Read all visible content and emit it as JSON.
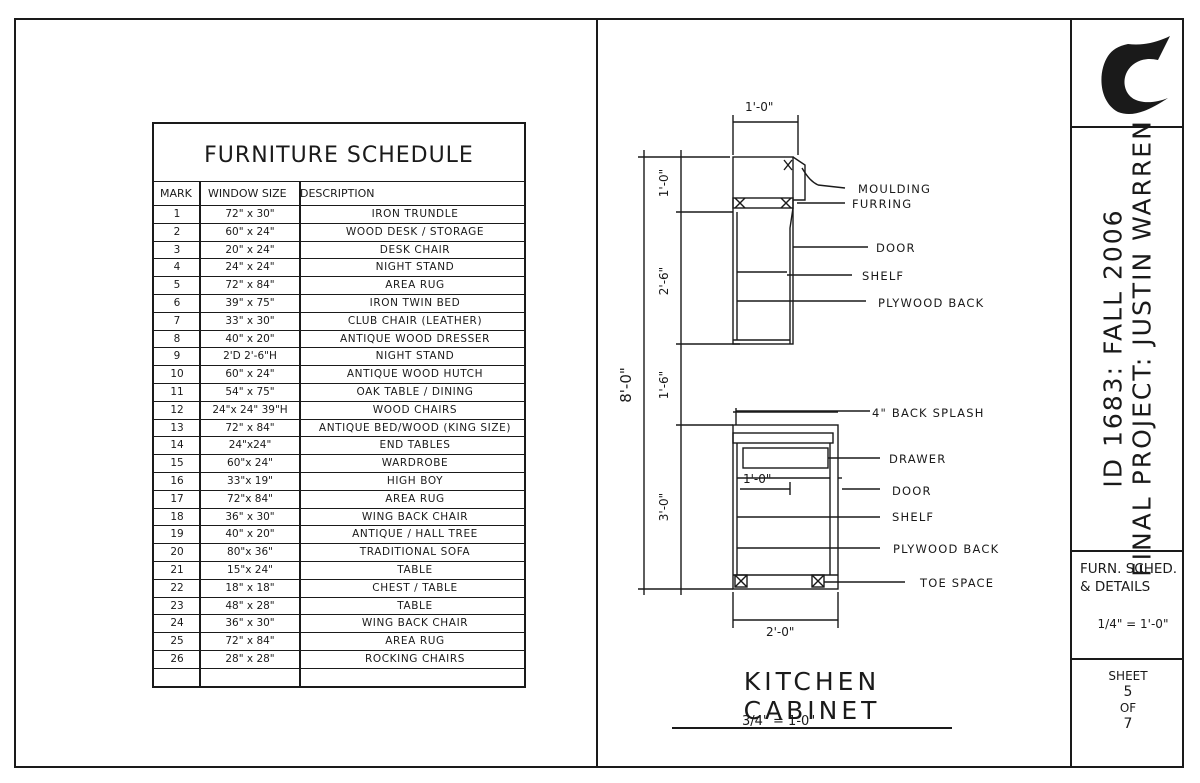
{
  "schedule": {
    "title": "FURNITURE SCHEDULE",
    "headers": [
      "MARK",
      "WINDOW SIZE",
      "DESCRIPTION"
    ],
    "rows": [
      [
        "1",
        "72\" x 30\"",
        "IRON TRUNDLE"
      ],
      [
        "2",
        "60\" x 24\"",
        "WOOD DESK / STORAGE"
      ],
      [
        "3",
        "20\" x 24\"",
        "DESK CHAIR"
      ],
      [
        "4",
        "24\" x 24\"",
        "NIGHT STAND"
      ],
      [
        "5",
        "72\" x 84\"",
        "AREA RUG"
      ],
      [
        "6",
        "39\" x 75\"",
        "IRON TWIN BED"
      ],
      [
        "7",
        "33\" x 30\"",
        "CLUB CHAIR (LEATHER)"
      ],
      [
        "8",
        "40\" x 20\"",
        "ANTIQUE WOOD DRESSER"
      ],
      [
        "9",
        "2'D 2'-6\"H",
        "NIGHT STAND"
      ],
      [
        "10",
        "60\" x 24\"",
        "ANTIQUE WOOD HUTCH"
      ],
      [
        "11",
        "54\" x 75\"",
        "OAK TABLE / DINING"
      ],
      [
        "12",
        "24\"x 24\" 39\"H",
        "WOOD CHAIRS"
      ],
      [
        "13",
        "72\" x 84\"",
        "ANTIQUE BED/WOOD (KING SIZE)"
      ],
      [
        "14",
        "24\"x24\"",
        "END TABLES"
      ],
      [
        "15",
        "60\"x 24\"",
        "WARDROBE"
      ],
      [
        "16",
        "33\"x 19\"",
        "HIGH BOY"
      ],
      [
        "17",
        "72\"x 84\"",
        "AREA RUG"
      ],
      [
        "18",
        "36\" x 30\"",
        "WING BACK CHAIR"
      ],
      [
        "19",
        "40\" x 20\"",
        "ANTIQUE / HALL TREE"
      ],
      [
        "20",
        "80\"x 36\"",
        "TRADITIONAL SOFA"
      ],
      [
        "21",
        "15\"x 24\"",
        "TABLE"
      ],
      [
        "22",
        "18\" x 18\"",
        "CHEST / TABLE"
      ],
      [
        "23",
        "48\" x 28\"",
        "TABLE"
      ],
      [
        "24",
        "36\" x 30\"",
        "WING BACK CHAIR"
      ],
      [
        "25",
        "72\" x 84\"",
        "AREA RUG"
      ],
      [
        "26",
        "28\" x 28\"",
        "ROCKING CHAIRS"
      ],
      [
        "",
        "",
        ""
      ]
    ]
  },
  "elevation": {
    "title": "KITCHEN CABINET",
    "scale": "3/4\" = 1-0\"",
    "dims": {
      "top_width": "1'-0\"",
      "bottom_width": "2'-0\"",
      "inner_width": "1'-0\"",
      "overall_height": "8'-0\"",
      "h1": "1'-0\"",
      "h2": "2'-6\"",
      "h3": "1'-6\"",
      "h4": "3'-0\""
    },
    "labels": {
      "moulding": "MOULDING",
      "furring": "FURRING",
      "door_upper": "DOOR",
      "shelf_upper": "SHELF",
      "plywood_upper": "PLYWOOD BACK",
      "backsplash": "4\" BACK SPLASH",
      "drawer": "DRAWER",
      "door_lower": "DOOR",
      "shelf_lower": "SHELF",
      "plywood_lower": "PLYWOOD BACK",
      "toe_space": "TOE SPACE"
    }
  },
  "title_block": {
    "project_line1": "ID 1683: FALL 2006",
    "project_line2": "FINAL PROJECT: JUSTIN WARREN",
    "drawing_line1": "FURN. SCHED.",
    "drawing_line2": "& DETAILS",
    "drawing_scale": "1/4\" = 1'-0\"",
    "sheet_label": "SHEET",
    "sheet_number": "5",
    "sheet_of": "OF",
    "sheet_total": "7"
  }
}
